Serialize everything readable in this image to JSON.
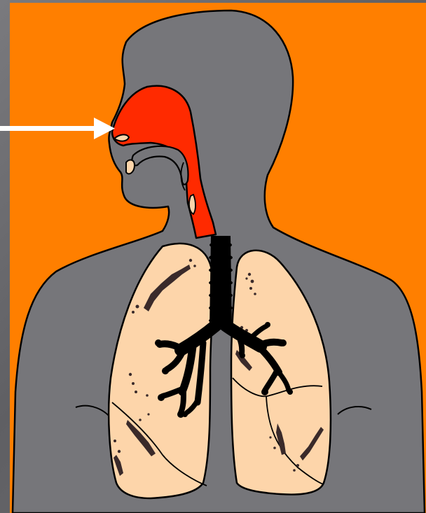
{
  "diagram": {
    "subject": "respiratory-system",
    "parts": [
      {
        "id": "body-silhouette",
        "icon": "human-torso-icon"
      },
      {
        "id": "nasal-cavity",
        "icon": "nasal-cavity-icon"
      },
      {
        "id": "pharynx",
        "icon": "pharynx-icon"
      },
      {
        "id": "trachea",
        "icon": "trachea-icon"
      },
      {
        "id": "bronchi",
        "icon": "bronchi-icon"
      },
      {
        "id": "left-lung",
        "icon": "lung-icon"
      },
      {
        "id": "right-lung",
        "icon": "lung-icon"
      }
    ],
    "pointer": {
      "target": "nostril",
      "icon": "arrow-right-icon"
    }
  },
  "colors": {
    "background": "#ff7f00",
    "frame": "#6b6b6f",
    "body": "#76767a",
    "airway": "#ff2a00",
    "lung": "#fdd5aa",
    "bronchi": "#000000",
    "arrow": "#ffffff"
  }
}
